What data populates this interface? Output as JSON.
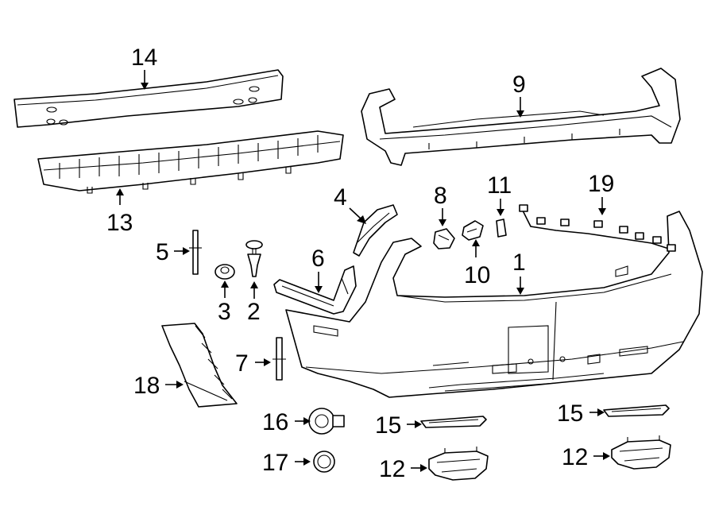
{
  "callouts": {
    "c1": "1",
    "c2": "2",
    "c3": "3",
    "c4": "4",
    "c5": "5",
    "c6": "6",
    "c7": "7",
    "c8": "8",
    "c9": "9",
    "c10": "10",
    "c11": "11",
    "c12a": "12",
    "c12b": "12",
    "c13": "13",
    "c14": "14",
    "c15a": "15",
    "c15b": "15",
    "c16": "16",
    "c17": "17",
    "c18": "18",
    "c19": "19"
  }
}
